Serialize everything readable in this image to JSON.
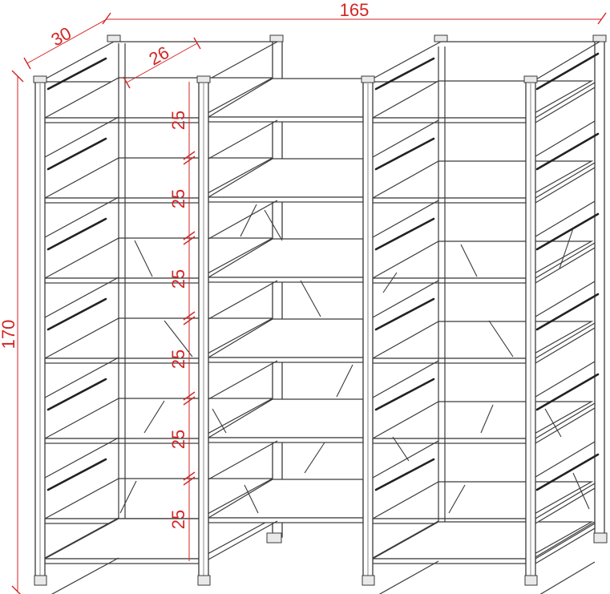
{
  "dimensions": {
    "width": "165",
    "depth": "30",
    "shelf_depth": "26",
    "height": "170",
    "shelf_spacing": [
      "25",
      "25",
      "25",
      "25",
      "25",
      "25"
    ]
  },
  "colors": {
    "dimension": "#d32424",
    "line": "#3a3a3a",
    "background": "#ffffff"
  }
}
